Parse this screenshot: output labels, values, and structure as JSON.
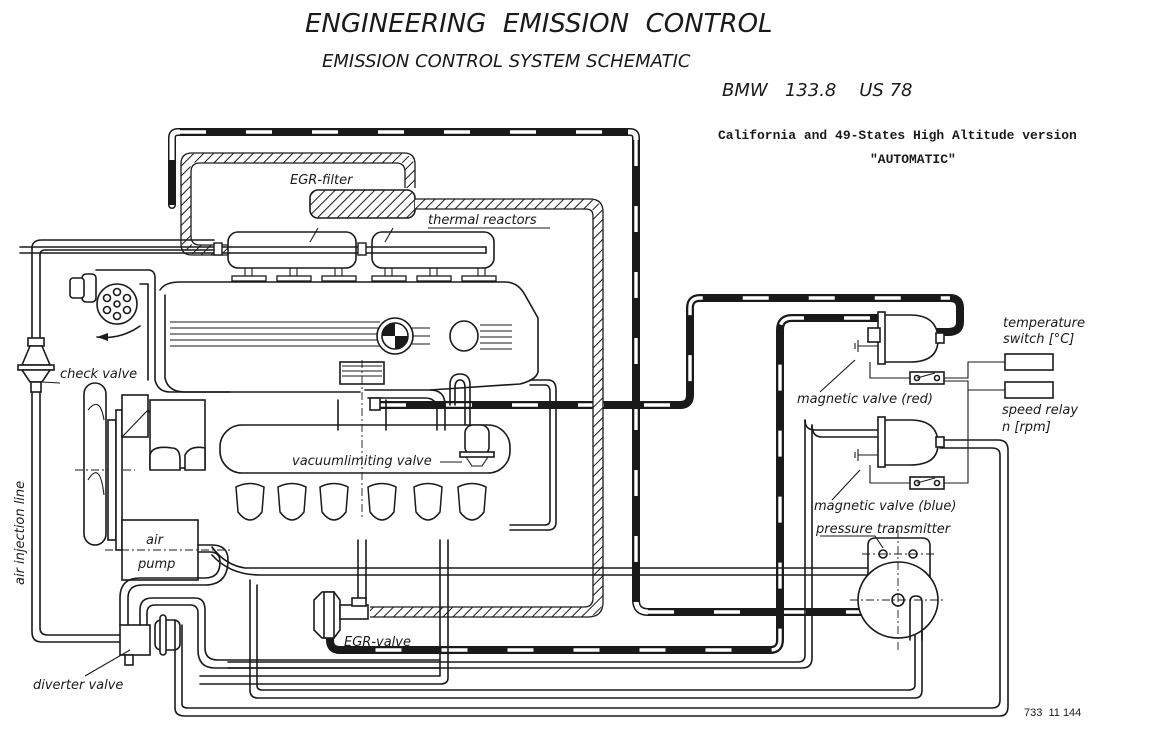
{
  "header": {
    "title": "ENGINEERING  EMISSION  CONTROL",
    "subtitle": "EMISSION CONTROL SYSTEM SCHEMATIC",
    "model": "BMW   133.8    US 78",
    "version_line": "California and 49-States High Altitude version",
    "transmission": "\"AUTOMATIC\""
  },
  "labels": {
    "egr_filter": "EGR-filter",
    "thermal_reactors": "thermal reactors",
    "check_valve": "check valve",
    "air_injection_line": "air injection line",
    "air_pump_line1": "air",
    "air_pump_line2": "pump",
    "diverter_valve": "diverter valve",
    "vacuum_limiting_valve": "vacuumlimiting valve",
    "egr_valve": "EGR-valve",
    "magnetic_valve_red": "magnetic valve (red)",
    "magnetic_valve_blue": "magnetic valve (blue)",
    "temperature_switch_line1": "temperature",
    "temperature_switch_line2": "switch [°C]",
    "speed_relay_line1": "speed relay",
    "speed_relay_line2": "n [rpm]",
    "pressure_transmitter": "pressure transmitter"
  },
  "footer": {
    "drawing_number": "733  11 144"
  },
  "line_styles": {
    "plain_pipe": "double outline",
    "vacuum_line": "black with white dashes",
    "egr_line": "hatched"
  }
}
